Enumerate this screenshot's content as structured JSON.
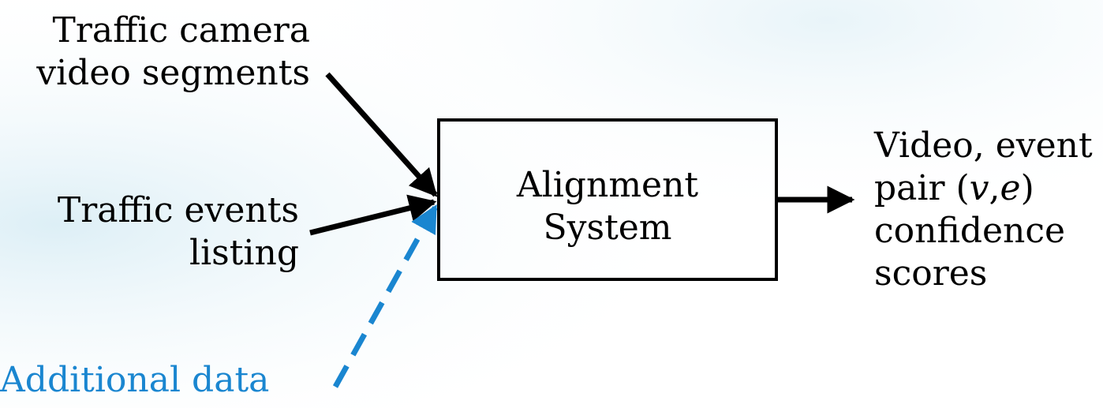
{
  "colors": {
    "ink": "#000000",
    "accent": "#1a86d0",
    "background_tint": "#e1f0f6"
  },
  "inputs": {
    "camera": {
      "line1": "Traffic camera",
      "line2": "video segments"
    },
    "events": {
      "line1": "Traffic events",
      "line2": "listing"
    },
    "additional": {
      "line1": "Additional data"
    }
  },
  "system": {
    "line1": "Alignment",
    "line2": "System"
  },
  "output": {
    "line1": "Video, event",
    "line2_prefix": "pair (",
    "var_v": "v",
    "comma": ",",
    "var_e": "e",
    "line2_suffix": ")",
    "line3": "confidence",
    "line4": "scores"
  }
}
